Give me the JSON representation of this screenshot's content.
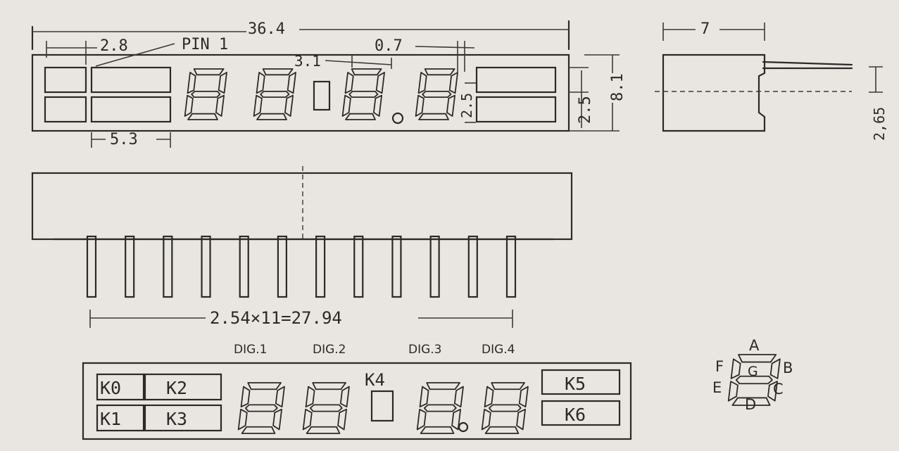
{
  "dimensions": {
    "overall_length": "36.4",
    "pin1_offset": "2.8",
    "pin1_label": "PIN  1",
    "digit_spacing": "3.1",
    "segment_gap": "0.7",
    "icon_width": "5.3",
    "height": "8.1",
    "icon_height_a": "2.5",
    "icon_height_b": "2.5",
    "depth": "7",
    "pin_offset": "2,65",
    "pin_pitch": "2.54×11=27.94"
  },
  "digits": [
    "DIG.1",
    "DIG.2",
    "DIG.3",
    "DIG.4"
  ],
  "icons": {
    "k0": "K0",
    "k1": "K1",
    "k2": "K2",
    "k3": "K3",
    "k4": "K4",
    "k5": "K5",
    "k6": "K6"
  },
  "segments": {
    "a": "A",
    "b": "B",
    "c": "C",
    "d": "D",
    "e": "E",
    "f": "F",
    "g": "G"
  },
  "pin_count": 12
}
